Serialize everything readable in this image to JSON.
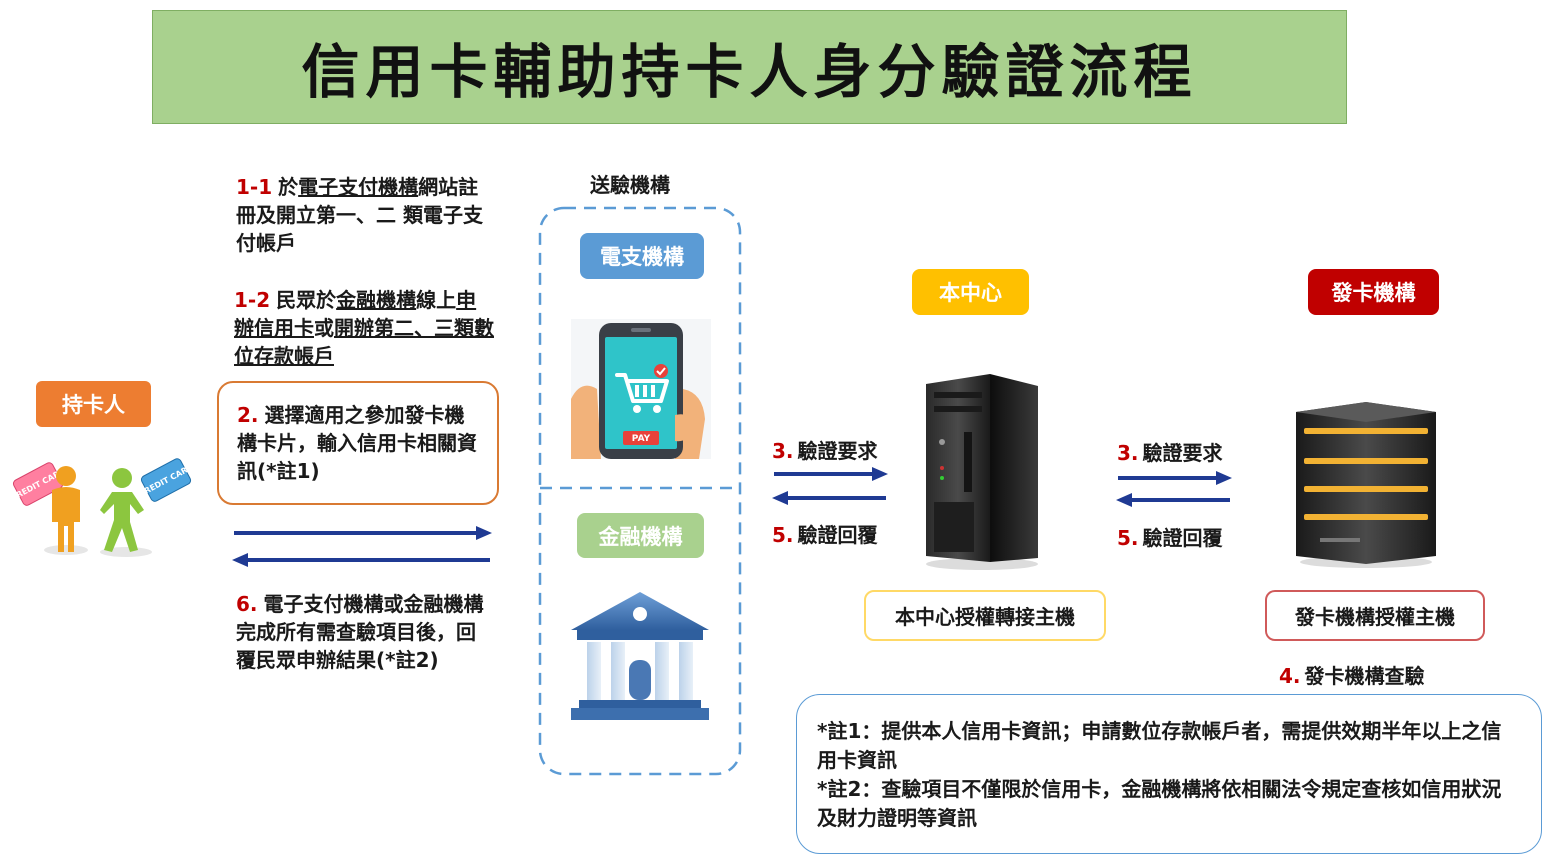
{
  "title": "信用卡輔助持卡人身分驗證流程",
  "cardholder": {
    "label": "持卡人"
  },
  "card_text": "CREDIT CARD",
  "sending_org": {
    "label": "送驗機構",
    "epay": "電支機構",
    "finance": "金融機構"
  },
  "center": {
    "badge": "本中心",
    "host": "本中心授權轉接主機"
  },
  "issuer": {
    "badge": "發卡機構",
    "host": "發卡機構授權主機"
  },
  "steps": {
    "s1_1": {
      "num": "1-1",
      "parts": [
        "於",
        "電子支付機構",
        "網站註冊及開立第一、二 類電子支付帳戶"
      ]
    },
    "s1_2": {
      "num": "1-2",
      "parts": [
        "民眾於",
        "金融機構",
        "線上",
        "申辦信用卡",
        "或",
        "開辦第二、三類數位存款帳戶"
      ]
    },
    "s2": {
      "num": "2.",
      "text": "選擇適用之參加發卡機構卡片，輸入信用卡相關資訊(*註1)"
    },
    "s3": {
      "num": "3.",
      "text": "驗證要求"
    },
    "s4": {
      "num": "4.",
      "text": "發卡機構查驗"
    },
    "s5": {
      "num": "5.",
      "text": "驗證回覆"
    },
    "s6": {
      "num": "6.",
      "text": "電子支付機構或金融機構完成所有需查驗項目後，回覆民眾申辦結果(*註2)"
    }
  },
  "phone_pay": "PAY",
  "notes": [
    "*註1：提供本人信用卡資訊；申請數位存款帳戶者，需提供效期半年以上之信用卡資訊",
    "*註2：查驗項目不僅限於信用卡，金融機構將依相關法令規定查核如信用狀況及財力證明等資訊"
  ],
  "colors": {
    "title_bg": "#a9d18e",
    "cardholder": "#ed7d31",
    "epay": "#5b9bd5",
    "finance": "#a9d18e",
    "center": "#ffc000",
    "issuer": "#c00000",
    "arrow": "#1f3a93",
    "step_number": "#c00000"
  }
}
